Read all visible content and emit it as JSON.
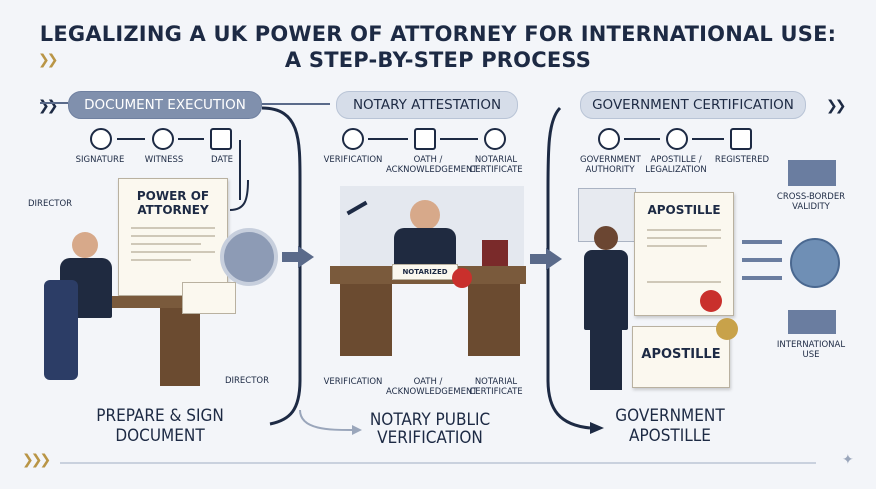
{
  "title": {
    "line1": "LEGALIZING A UK POWER OF ATTORNEY FOR INTERNATIONAL USE:",
    "line2": "A STEP-BY-STEP PROCESS"
  },
  "panels": [
    {
      "header": "DOCUMENT EXECUTION",
      "steps": [
        "SIGNATURE",
        "WITNESS",
        "DATE"
      ],
      "side_label": "DIRECTOR",
      "document_title": "POWER OF ATTORNEY",
      "figure_label": "DIRECTOR",
      "footer": [
        "PREPARE & SIGN",
        "DOCUMENT"
      ]
    },
    {
      "header": "NOTARY ATTESTATION",
      "steps": [
        "VERIFICATION",
        "OATH / ACKNOWLEDGEMENT",
        "NOTARIAL CERTIFICATE"
      ],
      "stamp_text": "NOTARIZED",
      "lower_steps": [
        "VERIFICATION",
        "OATH / ACKNOWLEDGEMENT",
        "NOTARIAL CERTIFICATE"
      ],
      "footer": [
        "NOTARY PUBLIC",
        "VERIFICATION"
      ]
    },
    {
      "header": "GOVERNMENT CERTIFICATION",
      "steps": [
        "GOVERNMENT AUTHORITY",
        "APOSTILLE / LEGALIZATION",
        "REGISTERED"
      ],
      "doc_title_1": "APOSTILLE",
      "doc_title_2": "APOSTILLE",
      "outcomes": [
        "CROSS-BORDER VALIDITY",
        "INTERNATIONAL USE"
      ],
      "footer": [
        "GOVERNMENT",
        "APOSTILLE"
      ]
    }
  ],
  "colors": {
    "navy": "#1d2a44",
    "accent": "#5a6a8a",
    "gold": "#b99546",
    "background": "#f3f5f9"
  }
}
